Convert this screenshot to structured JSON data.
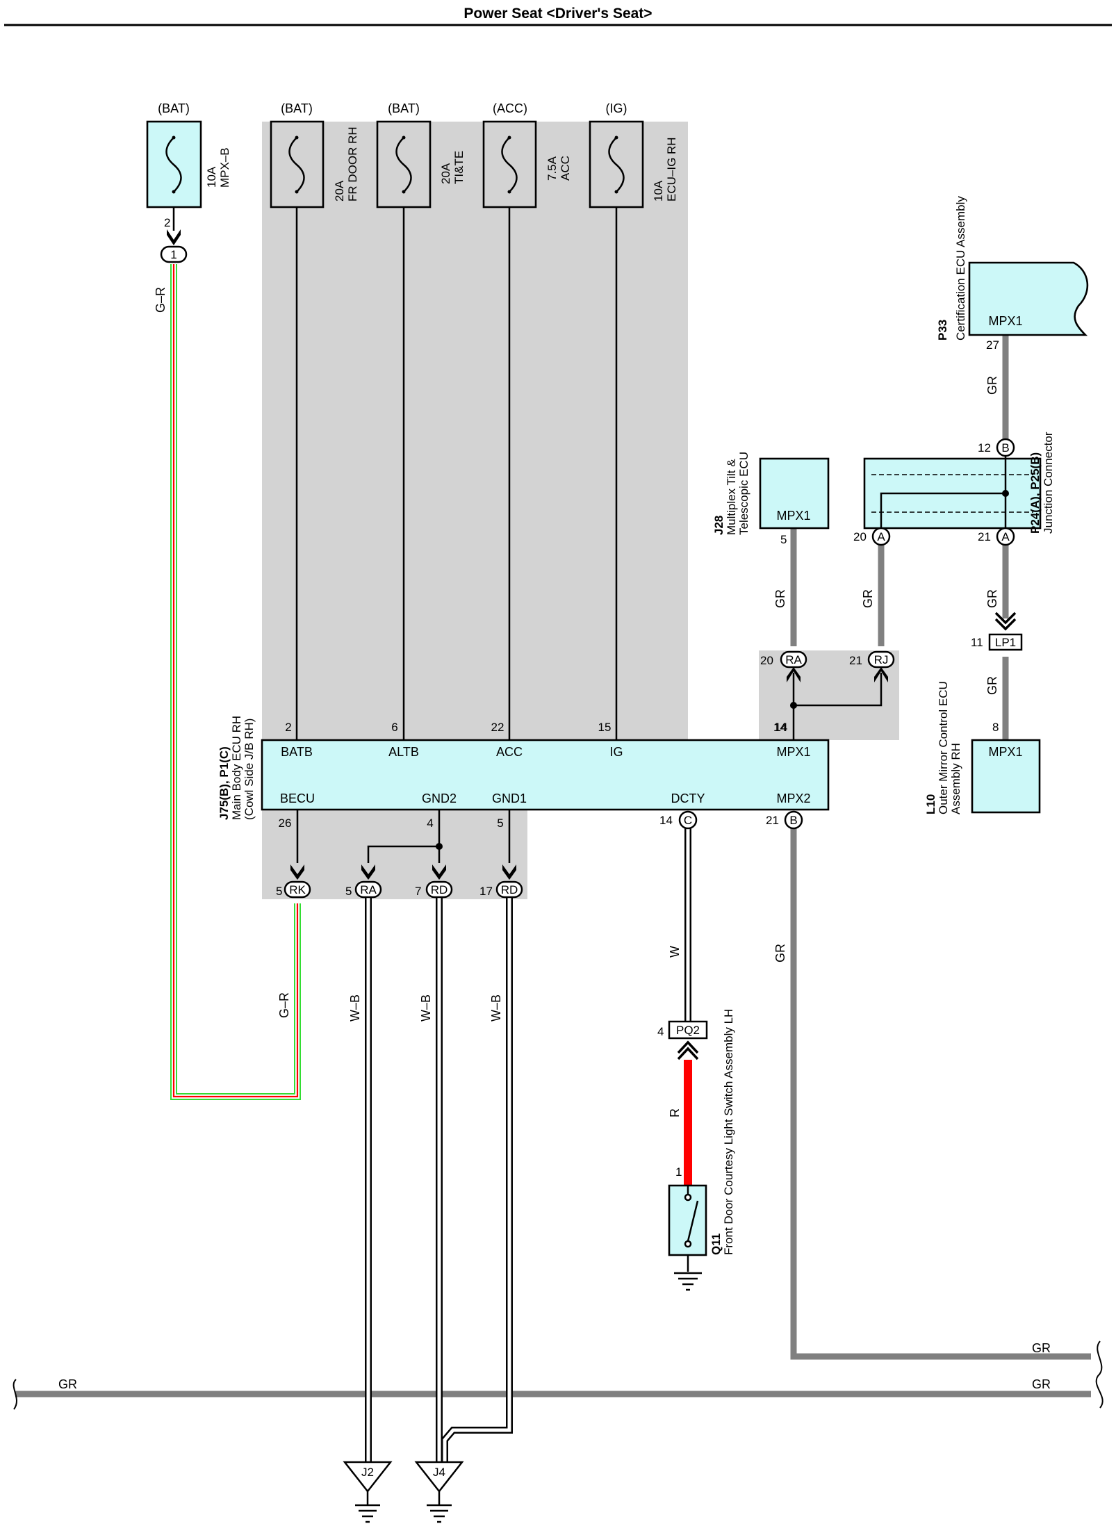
{
  "title": "Power Seat <Driver's Seat>",
  "fuses": [
    {
      "source": "(BAT)",
      "rating": "10A",
      "name": "MPX–B"
    },
    {
      "source": "(BAT)",
      "rating": "20A",
      "name": "FR DOOR RH"
    },
    {
      "source": "(BAT)",
      "rating": "20A",
      "name": "TI&TE"
    },
    {
      "source": "(ACC)",
      "rating": "7.5A",
      "name": "ACC"
    },
    {
      "source": "(IG)",
      "rating": "10A",
      "name": "ECU–IG RH"
    }
  ],
  "main_ecu": {
    "code": "J75(B), P1(C)",
    "name_line1": "Main Body ECU RH",
    "name_line2": "(Cowl Side J/B RH)",
    "top_terminals": [
      {
        "pin": "2",
        "name": "BATB"
      },
      {
        "pin": "6",
        "name": "ALTB"
      },
      {
        "pin": "22",
        "name": "ACC"
      },
      {
        "pin": "15",
        "name": "IG"
      },
      {
        "pin": "14",
        "name": "MPX1"
      }
    ],
    "bottom_terminals": [
      {
        "pin": "26",
        "name": "BECU"
      },
      {
        "pin": "4",
        "name": "GND2"
      },
      {
        "pin": "5",
        "name": "GND1"
      },
      {
        "pin": "14",
        "name": "DCTY"
      },
      {
        "pin": "21",
        "name": "MPX2"
      }
    ]
  },
  "connectors": {
    "mpxb_pin": "2",
    "c1": "1",
    "rk_pin": "5",
    "rk": "RK",
    "ra_pin": "5",
    "ra": "RA",
    "rd7_pin": "7",
    "rd7": "RD",
    "rd17_pin": "17",
    "rd17": "RD",
    "c_pin": "14",
    "c": "C",
    "b_pin": "21",
    "b": "B",
    "ra20_pin": "20",
    "ra20": "RA",
    "rj21_pin": "21",
    "rj21": "RJ",
    "pq2_pin": "4",
    "pq2": "PQ2",
    "lp1_pin": "11",
    "lp1": "LP1"
  },
  "components": {
    "j28_code": "J28",
    "j28_line1": "Multiplex Tilt &",
    "j28_line2": "Telescopic ECU",
    "j28_terminal": "MPX1",
    "j28_pin": "5",
    "p33_code": "P33",
    "p33_name": "Certification ECU Assembly",
    "p33_terminal": "MPX1",
    "p33_pin": "27",
    "jc_code": "P24(A), P25(B)",
    "jc_name": "Junction Connector",
    "jc_pin12": "12",
    "jc_b": "B",
    "jc_pin20": "20",
    "jc_a1": "A",
    "jc_pin21": "21",
    "jc_a2": "A",
    "l10_code": "L10",
    "l10_line1": "Outer Mirror Control ECU",
    "l10_line2": "Assembly RH",
    "l10_terminal": "MPX1",
    "l10_pin": "8",
    "q11_code": "Q11",
    "q11_name": "Front Door Courtesy Light Switch Assembly LH",
    "q11_pin": "1"
  },
  "wire_colors": {
    "gr_main": "G–R",
    "gr_rk": "G–R",
    "wb1": "W–B",
    "wb2": "W–B",
    "wb3": "W–B",
    "w": "W",
    "r": "R",
    "gr_j28": "GR",
    "gr_jc20": "GR",
    "gr_p33": "GR",
    "gr_jc21": "GR",
    "gr_l10": "GR",
    "gr_mpx2": "GR",
    "gr_bus1": "GR",
    "gr_bus2": "GR",
    "gr_bus_left": "GR"
  },
  "grounds": {
    "j2": "J2",
    "j4": "J4"
  },
  "colors": {
    "component_fill": "#ccf8f8",
    "shaded_area": "#d3d3d3",
    "wire_gray": "#808080",
    "wire_red": "#ff0000",
    "wire_green": "#33dd33"
  }
}
